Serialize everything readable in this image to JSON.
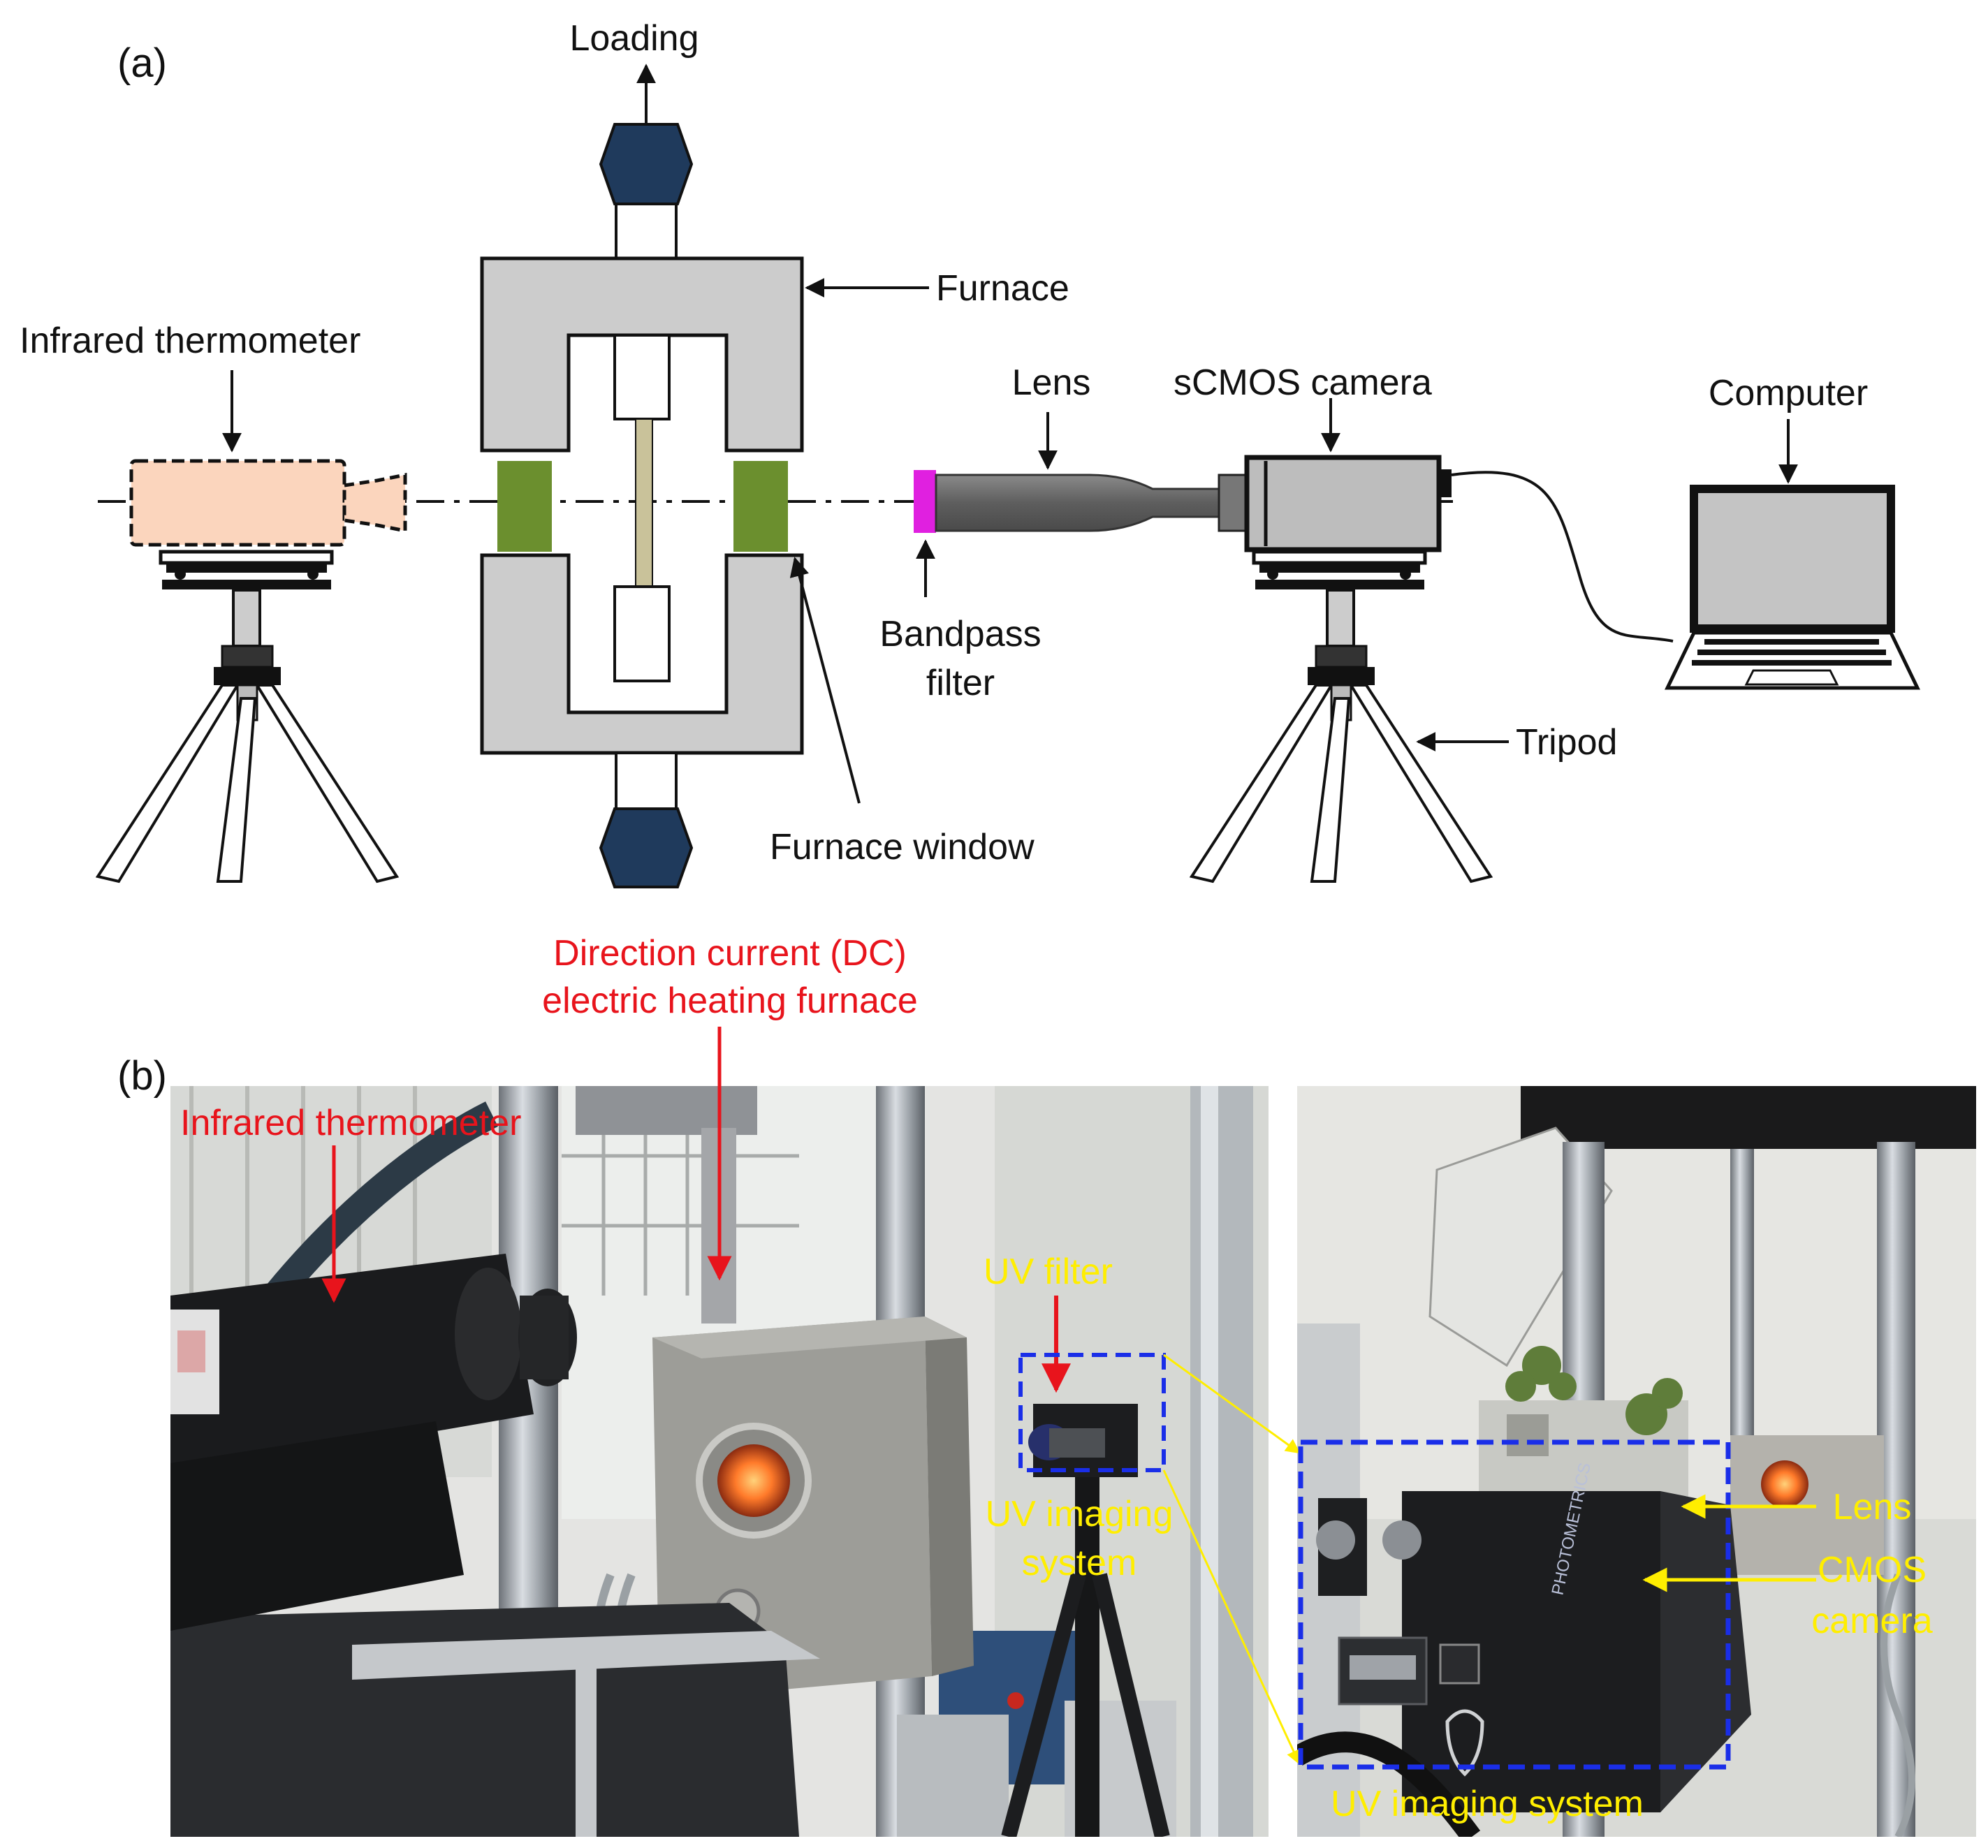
{
  "panel_a": {
    "panel_label": "(a)",
    "labels": {
      "loading": "Loading",
      "furnace": "Furnace",
      "infrared_thermometer": "Infrared thermometer",
      "lens": "Lens",
      "scmos_camera": "sCMOS camera",
      "computer": "Computer",
      "bandpass_filter_line1": "Bandpass",
      "bandpass_filter_line2": "filter",
      "tripod": "Tripod",
      "furnace_window": "Furnace window"
    },
    "colors": {
      "thermometer_body": "#fbd5bd",
      "furnace_gray": "#cccccc",
      "window_green": "#6b8f2e",
      "clamp_navy": "#1f3a5c",
      "specimen_tan": "#c9c29a",
      "filter_magenta": "#e020e0",
      "lens_gray": "#6b6b6b",
      "screen_gray": "#c4c4c4"
    }
  },
  "panel_b": {
    "panel_label": "(b)",
    "labels": {
      "dc_furnace_line1": "Direction current (DC)",
      "dc_furnace_line2": "electric heating furnace",
      "infrared_thermometer": "Infrared thermometer",
      "uv_filter": "UV filter",
      "uv_imaging_line1": "UV imaging",
      "uv_imaging_line2": "system",
      "lens": "Lens",
      "cmos_line1": "CMOS",
      "cmos_line2": "camera",
      "uv_imaging_system": "UV imaging system",
      "camera_brand": "PHOTOMETRICS"
    },
    "colors": {
      "red_text": "#e8141c",
      "yellow_text": "#ffee00",
      "blue_dashed_box": "#1a2ee8"
    }
  }
}
